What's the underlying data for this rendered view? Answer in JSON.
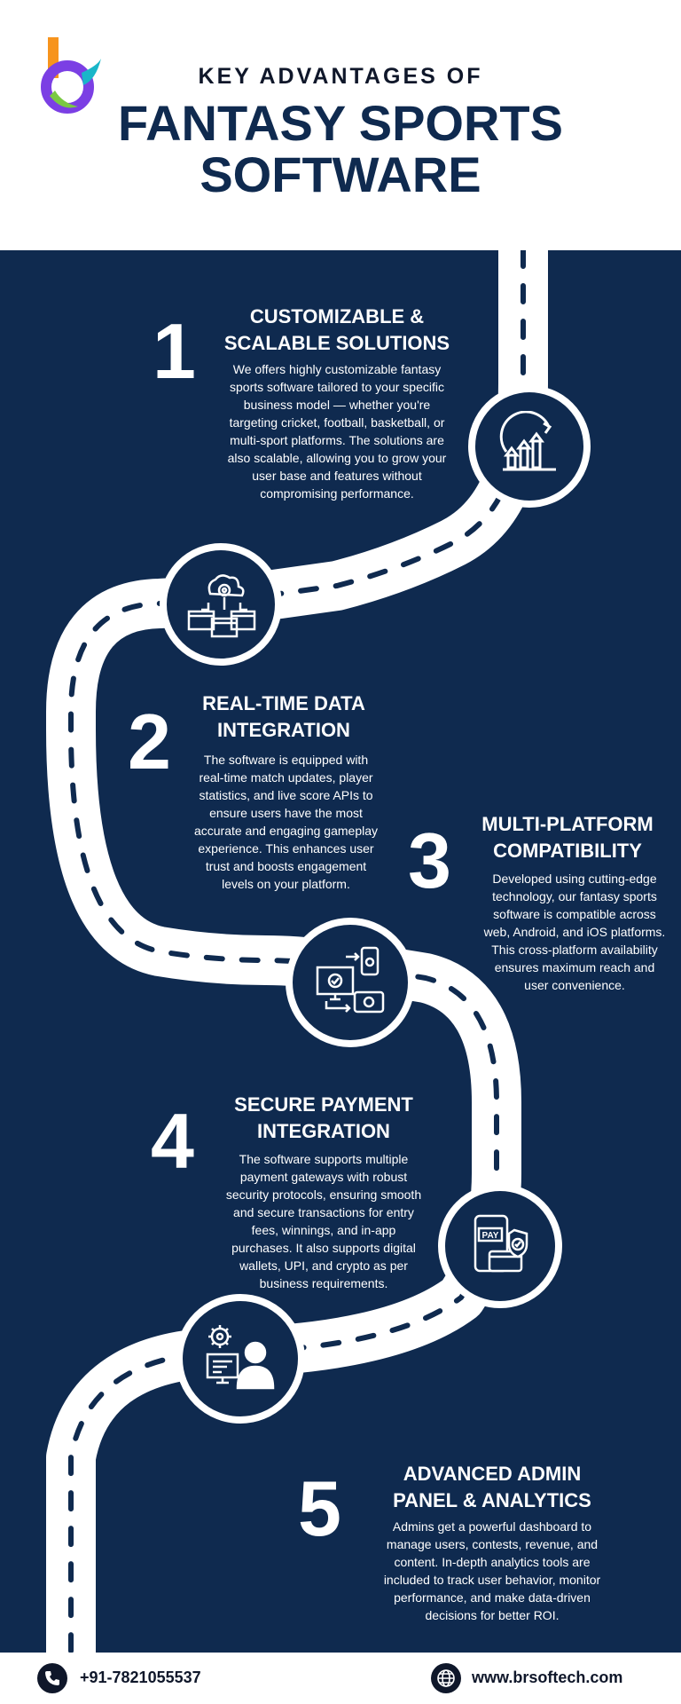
{
  "header": {
    "kicker": "KEY ADVANTAGES OF",
    "title_line1": "FANTASY SPORTS",
    "title_line2": "SOFTWARE"
  },
  "colors": {
    "navy": "#0f2a4f",
    "white": "#ffffff",
    "logo_orange": "#f7941d",
    "logo_purple": "#7b3fe4",
    "logo_teal": "#19b6c9",
    "logo_green": "#7ac943"
  },
  "steps": [
    {
      "number": "1",
      "heading_line1": "CUSTOMIZABLE &",
      "heading_line2": "SCALABLE SOLUTIONS",
      "body": [
        "We offers highly customizable fantasy",
        "sports software tailored to your specific",
        "business model — whether you're",
        "targeting cricket, football, basketball, or",
        "multi-sport platforms. The solutions are",
        "also scalable, allowing you to grow your",
        "user base and features without",
        "compromising performance."
      ],
      "icon": "growth-chart-icon"
    },
    {
      "number": "2",
      "heading_line1": "REAL-TIME DATA",
      "heading_line2": "INTEGRATION",
      "body": [
        "The software is equipped with",
        "real-time match updates, player",
        "statistics, and live score APIs to",
        "ensure users have the most",
        "accurate and engaging gameplay",
        "experience. This enhances user",
        "trust and boosts engagement",
        "levels on your platform."
      ],
      "icon": "cloud-sync-icon"
    },
    {
      "number": "3",
      "heading_line1": "MULTI-PLATFORM",
      "heading_line2": "COMPATIBILITY",
      "body": [
        "Developed using cutting-edge",
        "technology, our fantasy sports",
        "software is compatible across",
        "web, Android, and iOS platforms.",
        "This cross-platform availability",
        "ensures maximum reach and",
        "user convenience."
      ],
      "icon": "multi-device-icon"
    },
    {
      "number": "4",
      "heading_line1": "SECURE PAYMENT",
      "heading_line2": "INTEGRATION",
      "body": [
        "The software supports multiple",
        "payment gateways with robust",
        "security protocols, ensuring smooth",
        "and secure transactions for entry",
        "fees, winnings, and in-app",
        "purchases. It also supports digital",
        "wallets, UPI, and crypto as per",
        "business requirements."
      ],
      "icon": "secure-pay-icon",
      "icon_label": "PAY"
    },
    {
      "number": "5",
      "heading_line1": "ADVANCED ADMIN",
      "heading_line2": "PANEL & ANALYTICS",
      "body": [
        "Admins get a powerful dashboard to",
        "manage users, contests, revenue, and",
        "content. In-depth analytics tools are",
        "included to track user behavior, monitor",
        "performance, and make data-driven",
        "decisions for better ROI."
      ],
      "icon": "admin-panel-icon"
    }
  ],
  "footer": {
    "phone": "+91-7821055537",
    "website": "www.brsoftech.com",
    "phone_icon": "phone-icon",
    "web_icon": "globe-icon"
  }
}
